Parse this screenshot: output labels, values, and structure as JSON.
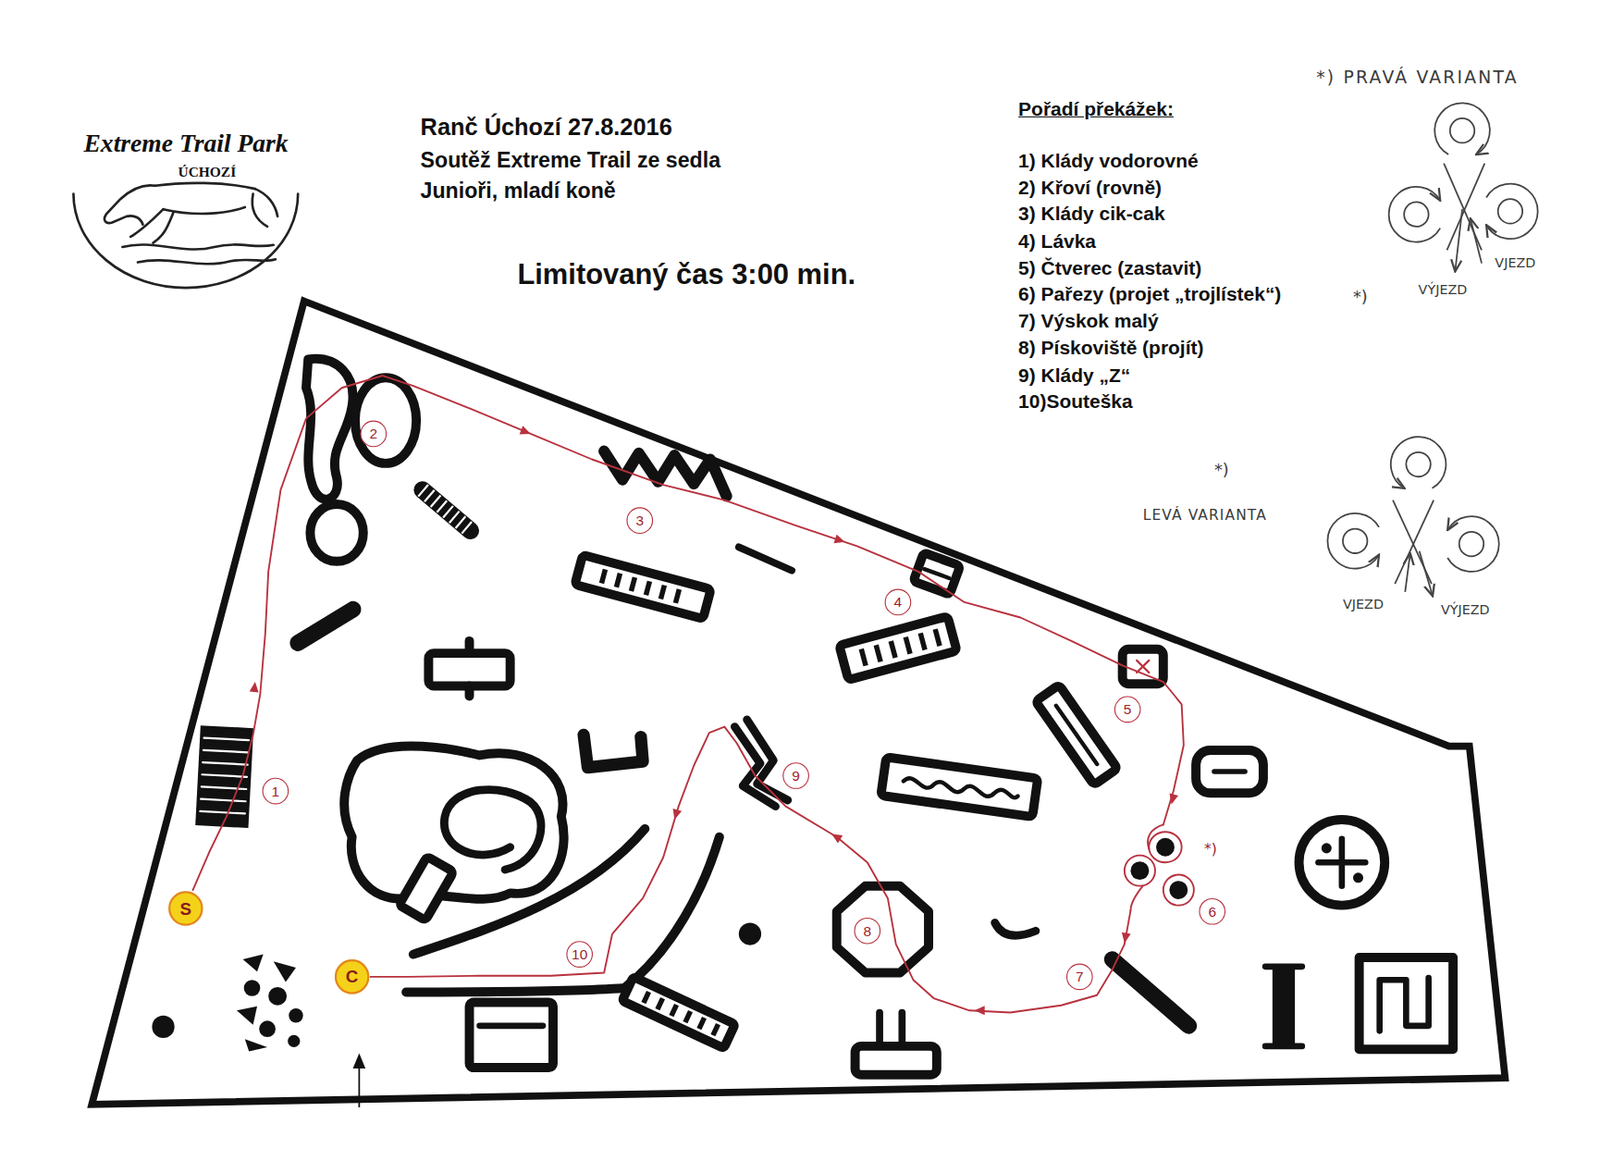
{
  "diagram": {
    "title": "Ranč Úchozí 27.8.2016",
    "nodes": [
      {
        "text": [
          "S"
        ]
      },
      {
        "text": [
          "1"
        ]
      },
      {
        "text": [
          "2"
        ]
      },
      {
        "text": [
          "3"
        ]
      },
      {
        "text": [
          "4"
        ]
      },
      {
        "text": [
          "5"
        ]
      },
      {
        "text": [
          "6"
        ]
      },
      {
        "text": [
          "7"
        ]
      },
      {
        "text": [
          "8"
        ]
      },
      {
        "text": [
          "9"
        ]
      },
      {
        "text": [
          "10"
        ]
      },
      {
        "text": [
          "C"
        ]
      }
    ],
    "labels": [
      "Extreme Trail Park",
      "ÚCHOZÍ",
      "Soutěž Extreme Trail ze sedla",
      "Junioři, mladí koně",
      "Limitovaný čas 3:00 min.",
      "Pořadí překážek:",
      "1) Klády vodorovné",
      "2) Křoví (rovně)",
      "3) Klády cik-cak",
      "4) Lávka",
      "5) Čtverec (zastavit)",
      "6) Pařezy (projet „trojlístek“)",
      "7) Výskok malý",
      "8) Pískoviště (projít)",
      "9) Klády „Z“",
      "10)Souteška",
      "*)",
      "*) PRAVÁ VARIANTA",
      "VÝJEZD",
      "VJEZD",
      "*)",
      "LEVÁ VARIANTA",
      "VJEZD",
      "VÝJEZD",
      "*)"
    ]
  }
}
